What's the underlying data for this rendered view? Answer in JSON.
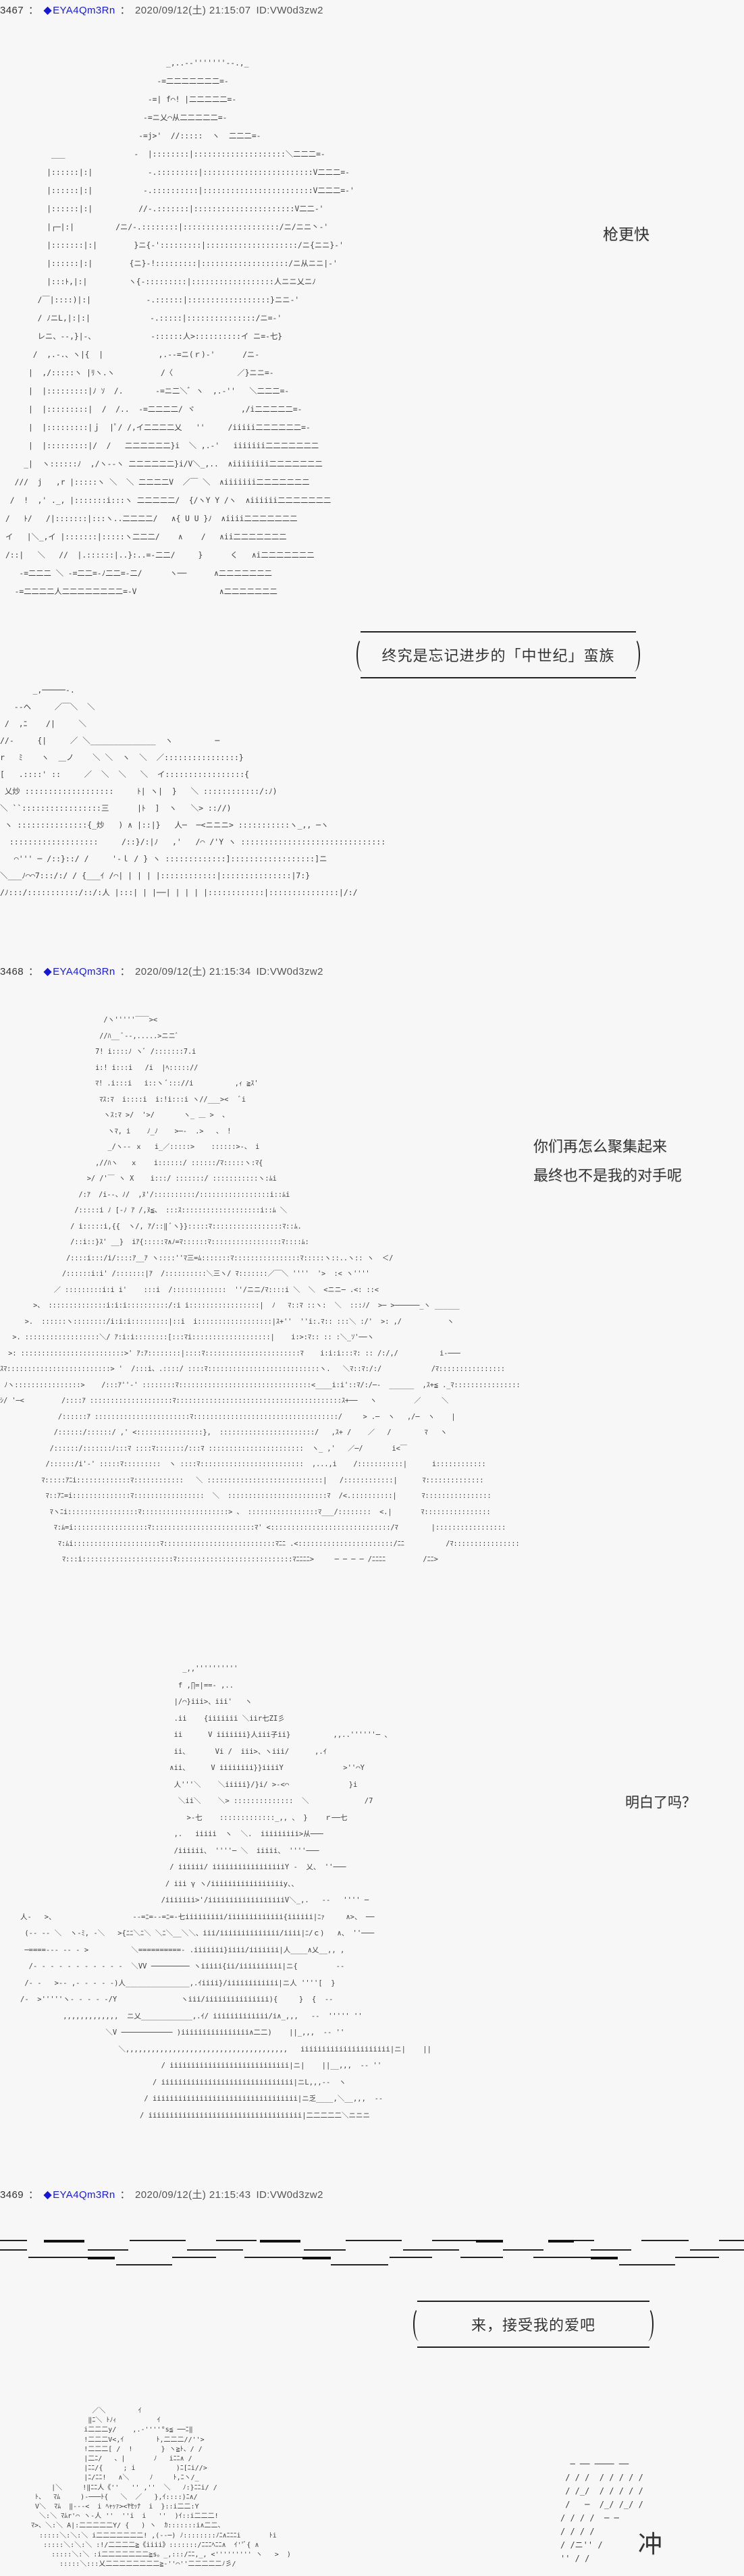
{
  "posts": [
    {
      "number": "3467",
      "separator": "：",
      "trip_marker": "◆",
      "trip": "EYA4Qm3Rn",
      "separator2": "：",
      "date": "2020/09/12(土) 21:15:07",
      "id": "ID:VW0d3zw2",
      "dialogue": {
        "line1": "枪更快"
      },
      "bubble": {
        "text": "终究是忘记进步的「中世纪」蛮族"
      },
      "art_top": "                                   _,..-‐'''''''‐-.,_\n                                 -=二二二二二二二=-\n                               -=| f⌒! |二二二二二=-\n                              -=ニ乂⌒从二二二二二=-\n                             -=j>'  //:::::  ヽ  二二二=-\n          ___               -  |::::::::|::::::::::::::::::::＼二二二=-\n         |::::::|:|            -.:::::::::|::::::::::::::::::::::::V二二二=-\n         |::::::|:|           -.::::::::::|::::::::::::::::::::::::V二二二=-'\n         |::::::|:|          //-.:::::::|::::::::::::::::::::::V二二-'\n         |┌─|:|         /ニ/-.::::::::|:::::::::::::::::::::/ニ/ニニ丶-'\n         |:::::::|:|        }ニ{-':::::::::|::::::::::::::::::::/ニ{ニニ}-'\n         |::::::|:|        {ニ}-!:::::::::|:::::::::::::::::::/ニ从ニニ|-'\n         |:::ﾄ,|:|         ヽ{-:::::::::|::::::::::::::::::人ニニ乂ニﾉ\n       /￣|::::)|:|            -.::::::|::::::::::::::::::}ニニ-'\n       / ﾉニL,|:|:|             -.:::::|:::::::::::::::/ニ=-'\n       レニ、‐-,}|-、            -::::::人>::::::::::イ ニ=‐七}\n      /  ,.-.、ヽ|{  |            ,.--=ニ(ｒ)‐'      /ニ-\n     |  ,/:::::ヽ |ﾘヽ.ヽ          /〈              ／}ニニ=-\n     |  |:::::::::|ﾉ ｿ  /.       -=ニ二＼ﾞ ヽ  ,.-''   ＼二二二=-\n     |  |:::::::::|  /  /..  -=二二二二/ ヾ          ,/i二二二二二=-\n     |  |:::::::::|ｊ  |ﾟ/ /,イ二二二二乂   ''     /iiiii二二二二二二=-\n     |  |:::::::::|/  /   二二二二二二}i  ＼ ,.-'   iiiiiii二二二二二二二\n    _|  ヽ::::::ﾉ  ,/ヽ‐-ヽ 二二二二二二}i/V＼_,..  ∧iiiiiiii二二二二二二二\n  ///  j   ,r |:::::ヽ ＼  ＼ 二二二二V  ／￣ ＼  ∧iiiiiii二二二二二二二\n /  !  ,' ._, |:::::::i:::ヽ 二二二二二/  {/ヽY Y /ヽ  ∧iiiiii二二二二二二二\n/   ﾄ/   /|:::::::|:::ヽ..二二二二/   ∧{ U U }ﾉ  ∧iiii二二二二二二二\nイ   |＼_,イ |:::::::|:::::ヽ二二二/    ∧    /   ∧ii二二二二二二二\n/::|   ＼   //  |.::::::|..}:..=-二二/     }      く   ∧i二二二二二二二\n   -=二二二 ＼ -=二二=-ﾉ二二=-二/      ヽ──      ∧二二二二二二二\n  -=二二二二人二二二二二二二二=-V                  ∧二二二二二二二",
      "art_bottom": "       _,─────‐.\n   --ヘ     ／￣＼  ＼\n /  ,ﾆ    /|     ＼\n//-     {|     ／ ＼______________  ヽ         ─\nr   ﾐ    ヽ  ＿ノ    ＼ ＼  ヽ  ＼  ／::::::::::::::::}\n[   .::::' ::     ／  ＼  ＼   ＼  イ:::::::::::::::::{\n 乂炒 :::::::::::::::::::     ﾄ| ヽ|  }   ＼ ::::::::::::/:ﾉ)\n＼ ``:::::::::::::::::三      |ﾄ  ]  ヽ   ＼> :://)\n ヽ :::::::::::::::{_炒   ) ∧ |::|}   人─  ─<ニニニ> :::::::::::ヽ_,, ─ヽ\n  :::::::::::::::::::     /::}/:|ﾉ   ,'   /⌒ /'Y ヽ :::::::::::::::::::::::::::::::\n   ⌒''' ─ /::}::/ /     '-ｌ / } ヽ :::::::::::::]::::::::::::::::::]ニ\n＼___ﾉ⌒⌒7:::/:/ / {___ｲ /⌒| | | | |::::::::::::|:::::::::::::::|7:}\n/ﾉ:::/:::::::::::/::/:人 |:::| | |──| | | | |::::::::::::|:::::::::::::::|/:/"
    },
    {
      "number": "3468",
      "separator": "：",
      "trip_marker": "◆",
      "trip": "EYA4Qm3Rn",
      "separator2": "：",
      "date": "2020/09/12(土) 21:15:34",
      "id": "ID:VW0d3zw2",
      "dialogue": {
        "line1": "你们再怎么聚集起来",
        "line2": "最终也不是我的对手呢"
      },
      "art": "                         /ヽ'''''￣￣><\n                        //ﾊ__ ﾞ--,.....>ニニﾞ\n                       7! i::::ﾉ ヽﾞ /:::::::7.i\n                       i:! i:::i   /i  |ﾍ::::://\n                       ﾏ! .i:::i   i::ヽ ﾞ::://i          ,ｨ ≧ｽ'\n                        ﾏｽ:ﾏ  i::::i  i:!i:::i ヽ//___><   ﾞi\n                         ヽｽ:ﾏ >/  '>/       ヽ_ ＿ >  、\n                          ヽﾏ, i    ﾉ_ﾉ    >─-  .>   、 !\n                          _/ヽ-- ｘ   i_／:::::>    ::::::>-、 i\n                       ,//ﾊヽ   ｘ    i::::::/ ::::::/ﾏ:::::ヽ:ﾏ{\n                     >/ /'￣ ヽ X    i:::/ :::::::/ :::::::::::ヽ:ﾑi\n                   /:ｱ  /i--、ﾉ/  ,ﾇ'/::::::::::/:::::::::::::::::i::ﾑi\n                  /:::::i ﾉ [-ﾉ ｱ /,ﾇ≦、 :::ｽ:::::::::::::::::::i::ﾑ ＼\n                 / i:::::i,{{  ヽ/, ｱ/::‖ ﾞヽ}}:::::ﾏ:::::::::::::::::ﾏ::ﾑ.\n                 /::i::}ｽ' __}  iｱ{:::::ﾏ∧ﾉ=ﾏ::::::ﾏ:::::::::::::::::ﾏ::::ﾑ:\n                /::::i:::/i/::::ｱ__ｱ ヽ::::''ﾏ三=ﾑ:::::::ﾏ::::::::::::::::ﾏ:::::ヽ::..ヽ:: ヽ  ＜/\n               /::::::i:i' /:::::::|ｱ  /::::::::::＼三ヽ/ ﾏ:::::::／￣＼ ''''  '>  :< ヽ''''\n             ／ :::::::::i:i i'    :::i  /:::::::::::::  ''/ニニ/ﾏ::::i ＼  ＼  <ニニ─ .<: ::<\n        >、 ::::::::::::::i:i:i::::::::::/:i i:::::::::::::::::|  ﾉ   ﾏ::ﾏ ::ヽ:  ＼  :::ﾉ/  >─ >──────_ヽ ______\n      >.  ::::::ヽ::::::::/i:i:i:::::::::|::i  i::::::::::::::::::|ｽ+''  ''i:.ﾏ:: :::＼ :/'  >: ,/           ヽ\n   >. ::::::::::::::::::＼/ ｱ:i:i::::::::[:::ﾏi:::::::::::::::::::|    i:>:ﾏ:: :: :＼_ｿ'──ヽ\n  >: :::::::::::::::::::::::::>' ｱ:ｱ::::::::|::::ﾏ:::::::::::::::::::::::ﾏ    i:i:i:::ﾏ: :: /:/,/          i-───\nｽﾏ:::::::::::::::::::::::::> '  /:::i、.::::/ ::::ﾏ:::::::::::::::::::::::::::ヽ.   ＼ﾏ::ﾏ:/:/            /ﾏ::::::::::::::::\n ﾉヽ::::::::::::::::>    /:::ｱ''-' ::::::::ﾏ::::::::::::::::::::::::::::::::<____i:i'::ﾏ/:/─-  ______  ,ｽ+≦ ._ﾏ::::::::::::::::\nｼ/ '─<         /::::ｱ ::::::::::::::::::::ﾏ::::::::::::::::::::::::::::::::::::::::ｽ+──   ヽ         ／     ＼\n              /::::::ｱ :::::::::::::::::::::::ﾏ:::::::::::::::::::::::::::::::::::/     > .─  ヽ   ,/─  ヽ    |\n             /::::::/::::::/ ,' <::::::::::::::::},  :::::::::::::::::::::::/   ,ｽ+ /    ／   /        ﾏ   ヽ\n            /::::::/:::::::ﾉ:::ﾏ ::::ﾏ:::::::/:::ﾏ :::::::::::::::::::::::  ヽ_ ,'   ／─/       i<￣\n           /::::::/i'-' :::::ﾏ:::::::::  ヽ ::::ﾏ:::::::::::::::::::::::::  ,...,i    /:::::::::::|      i::::::::::::\n          ﾏ:::::ｱﾆi:::::::::::::ﾏ::::::::::::   ＼ ::::::::::::::::::::::::::::|   /::::::::::::|      ﾏ::::::::::::::\n           ﾏ::ｱﾆ=i::::::::::::::ﾏ:::::::::::::::::  ＼  ::::::::::::::::::::::::ﾏ  /<.::::::::::|      ﾏ::::::::::::::::\n            ﾏヽﾆi:::::::::::::::::ﾏ:::::::::::::::::::::> 、 :::::::::::::::::ﾏ___/::::::::  <.|       ﾏ::::::::::::::::\n             ﾏ:ﾑ=i::::::::::::::::::ﾏ:::::::::::::::::::::::::ﾏ' <:::::::::::::::::::::::::::::/ﾏ        |:::::::::::::::::\n              ﾏ:ﾑi:::::::::::::::::::::ﾏ:::::::::::::::::::::::::::ﾏﾆﾆ .<:::::::::::::::::::::::/ﾆﾆ          /ﾏ::::::::::::::::\n               ﾏ:::i::::::::::::::::::::::ﾏ::::::::::::::::::::::::::::ﾏﾆﾆﾆﾆ>     ─ ─ ─ ─ /ﾆﾆﾆﾆ         /ﾆﾆ>"
    },
    {
      "dialogue": {
        "line1": "明白了吗？"
      },
      "art": "                                      _,,''''''''''\n                                     f ,∏=|==- ,..\n                                    |/⌒}iii>、iii'   ヽ\n                                    .ii    {iiiiiii ＼iir七ZI彡\n                                    ii      V iiiiiii}人iii子ii}          ,,..''''''─ 、\n                                    ii、      Vi /  iii>、ヽiii/      ,.ｲ\n                                   ∧ii、     V iiiiiiii}}iiiiY              >''⌒Y\n                                    人'''＼    ＼iiiii}/}i/ >-<⌒              }i\n                                     ＼ii＼    ＼> ::::::::::::::  ＼             /7\n                                       >-七    :::::::::::::_,, 、 }    ｒ──七\n                                    ,.   iiiii  ヽ  ＼.  iiiiiiiii>从───\n                                    /iiiiii、 ''''─ ＼  iiiii、 ''''───\n                                   / iiiiii/ iiiiiiiiiiiiiiiiiY -  乂、 ''───\n                                  / iii γ ヽ/iiiiiiiiiiiiiiiiiy、、\n                                 /iiiiiii>'/iiiiiiiiiiiiiiiiiiV＼_,.   --   '''' ─\n人-   >、                  --=ﾆ=--=ﾆ=-七iiiiiiiii/iiiiiiiiiiiii{iiiiii|ﾆｧ     ∧>、 ──\n (-- -- ＼  ヽ-ﾐ, -＼   >{ﾆﾆ＼ﾆ＼ ＼ﾆ＼__＼＼、iii/iiiiiiiiiiiiii/iiii|ﾆ/ｃ)   ∧、 ''───\n ─====--- -- - >          ＼==========- .iiiiiii}iiii/iiiiiii|人____∧乂__,, ,\n  /- - - - - - - - - - -  ＼VV ───────── ヽiiiii{ii/iiiiiiiiii|ニ{         --\n /- -   >-- ,- - - - -)人_______________,.ｲiiii}/iiiiiiiiiiii|ニ人 ''''[  }\n/-  >'''''ヽ- - - - -/Y               ヽiii/iiiiiiiiiiiiiii){     }  {  --\n          ,,,,,,,,,,,,,  ニ乂____________,.ｲ/ iiiiiiiiiiiii/i∧_,,,   --  ''''' ''\n                    ＼V ──────────── )iiiiiiiiiiiiiiii∧二二)    ||_,,,  -- ''\n                       ＼,,,,,,,,,,,,,,,,,,,,,,,,,,,,,,,,,,,,,,   iiiiiiiiiiiiiiiiiiiii|ニ|    ||\n                                 / iiiiiiiiiiiiiiiiiiiiiiiiiiii|ニ|    ||__,,,  -- ''\n                               / iiiiiiiiiiiiiiiiiiiiiiiiiiiiiii|ニL,,,--  ヽ\n                             / iiiiiiiiiiiiiiiiiiiiiiiiiiiiiiiiii|ニ乏____,＼__,,,  --\n                            / iiiiiiiiiiiiiiiiiiiiiiiiiiiiiiiiiiii|二二二二二＼ニニニ"
    },
    {
      "number": "3469",
      "separator": "：",
      "trip_marker": "◆",
      "trip": "EYA4Qm3Rn",
      "separator2": "：",
      "date": "2020/09/12(土) 21:15:43",
      "id": "ID:VW0d3zw2",
      "bubble": {
        "text": "来，接受我的爱吧"
      },
      "sfx": "冲",
      "art": "                ／＼        ｲ\n               ‖ﾆ＼ ﾄﾉｨ          ｲ\n              i二二二y/    ,.-''''°s≦ ──ﾆ‖\n              !二二二V<,ｲ        ﾄ,二二二//''>\n              !二二二[ /  !       } ヽ≧ﾄ、/ /\n              |二ﾆ/   、|       ﾉ   iﾆﾆ∧ /\n              |ﾆﾆ/{     ; i          )ﾆ[ﾆi//>\n              |ﾆ/ﾆﾆ!   ∧＼     ﾉ     ﾄ,ﾆヽ/_\n      |＼     !‖ﾆﾆ人《''   '' ,''  ＼   ﾉ:}ﾆﾆi/ /\n  ﾄ、  ﾏﾑ     )-───ﾄ{   ＼  ／   },ｲ::::)ﾆ∧/\n  V＼  ﾏﾑ  ‖---<  i ﾍｬｯｧ><ﾔｾｯﾅ  i  }::i二二:Y\n   ＼:＼ ﾏﾑr'⌒ ヽ-人 ''  ''i  i   ''  )ｲ::i二二二!\n ﾏ>、＼:＼ A|:二二二二二Y/ {   ) ヽ  ｶ:::::::i∧二二、\n   :::::＼:＼:＼ i二二二二二二二! ,(--─) ﾉ::::::::ﾉﾆ∧ﾆﾆﾆi       ﾄi\n    :::::＼:＼:＼ :!/二二二二≧《iiii》:::::::/ﾆﾆﾆﾍﾆﾆ∧  ｲ''ﾞ{ ∧\n      :::::＼:＼ :i二二二二二二二≧s。_,:::/ﾆﾆ,_, <''''''''' ヽ   >  )\n        :::::＼:::乂二二二二二二二二≧-''⌒''二二二二二ﾉ彡/",
      "streaks": "                                                         /\n                                                       / /\n                                                     / /\n                                                   / /\n                                                 / /\n                                               / /\n                                             / /\n                                           / /\n                                         / /\n                                       / /"
    }
  ],
  "speed_lines": {
    "rows": [
      [
        [
          0,
          40,
          false
        ],
        [
          65,
          125,
          true
        ],
        [
          192,
          275,
          false
        ],
        [
          320,
          380,
          false
        ],
        [
          385,
          445,
          true
        ],
        [
          512,
          595,
          false
        ],
        [
          640,
          705,
          false
        ],
        [
          705,
          745,
          true
        ],
        [
          812,
          850,
          true
        ],
        [
          850,
          880,
          false
        ],
        [
          950,
          1020,
          false
        ],
        [
          1065,
          1102,
          false
        ]
      ],
      [
        [
          0,
          40,
          false
        ],
        [
          130,
          190,
          false
        ],
        [
          277,
          320,
          false
        ],
        [
          320,
          360,
          false
        ],
        [
          450,
          512,
          false
        ],
        [
          597,
          640,
          false
        ],
        [
          640,
          680,
          false
        ],
        [
          745,
          805,
          false
        ],
        [
          875,
          935,
          false
        ],
        [
          1022,
          1065,
          false
        ],
        [
          1065,
          1102,
          false
        ]
      ],
      [
        [
          42,
          130,
          false
        ],
        [
          130,
          170,
          true
        ],
        [
          255,
          320,
          false
        ],
        [
          362,
          448,
          false
        ],
        [
          448,
          490,
          true
        ],
        [
          577,
          640,
          false
        ],
        [
          682,
          745,
          false
        ],
        [
          790,
          875,
          false
        ],
        [
          875,
          915,
          true
        ],
        [
          1000,
          1065,
          false
        ]
      ],
      [
        [
          172,
          255,
          false
        ],
        [
          490,
          575,
          false
        ],
        [
          917,
          1000,
          false
        ]
      ]
    ]
  },
  "colors": {
    "background": "#f7f7f7",
    "trip": "#1a1ae6",
    "header_text": "#444444",
    "ink": "#222222"
  }
}
